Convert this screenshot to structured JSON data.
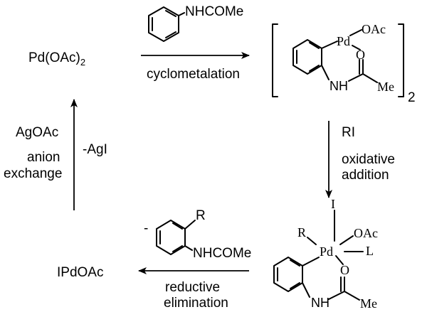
{
  "labels": {
    "start_complex": "Pd(OAc)",
    "start_complex_sub": "2",
    "substrate": "NHCOMe",
    "step1": "cyclometalation",
    "dimer_subscript": "2",
    "reagent_RI": "RI",
    "step2_line1": "oxidative",
    "step2_line2": "addition",
    "product_minus": "-",
    "product_R": "R",
    "product_NHCOMe": "NHCOMe",
    "pd_product": "IPdOAc",
    "step3_line1": "reductive",
    "step3_line2": "elimination",
    "agoac": "AgOAc",
    "agi": "-AgI",
    "step4_line1": "anion",
    "step4_line2": "exchange"
  },
  "atoms": {
    "pd": "Pd",
    "oac": "OAc",
    "o": "O",
    "nh": "NH",
    "me": "Me",
    "i": "I",
    "l": "L",
    "r": "R"
  }
}
